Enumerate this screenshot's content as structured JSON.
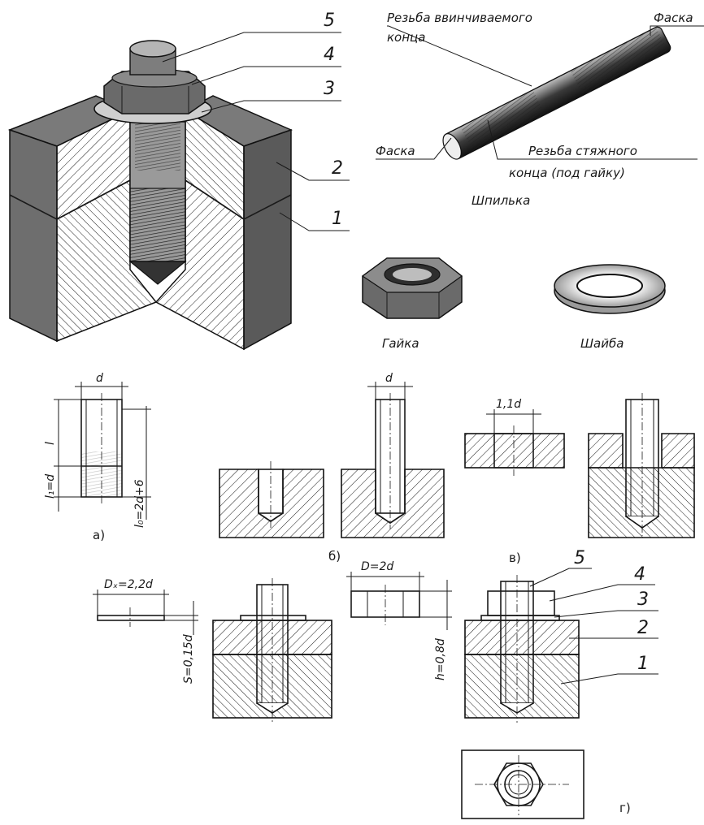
{
  "labels": {
    "thread_screw_end": "Резьба ввинчиваемого",
    "thread_screw_end_2": "конца",
    "chamfer_top": "Фаска",
    "chamfer_left": "Фаска",
    "thread_nut_end": "Резьба стяжного",
    "thread_nut_end_2": "конца (под гайку)",
    "stud": "Шпилька",
    "nut": "Гайка",
    "washer": "Шайба"
  },
  "callouts_top": [
    "5",
    "4",
    "3",
    "2",
    "1"
  ],
  "dims": {
    "a_d": "d",
    "a_l": "l",
    "a_l1": "l₁=d",
    "a_l0": "l₀=2d+6",
    "b_d": "d",
    "v_d": "1,1d",
    "g_dw": "Dₓ=2,2d",
    "g_s": "S=0,15d",
    "g_D": "D=2d",
    "g_h": "h=0,8d"
  },
  "captions": {
    "a": "а)",
    "b": "б)",
    "v": "в)",
    "g": "г)"
  },
  "callouts_bottom": [
    "5",
    "4",
    "3",
    "2",
    "1"
  ]
}
